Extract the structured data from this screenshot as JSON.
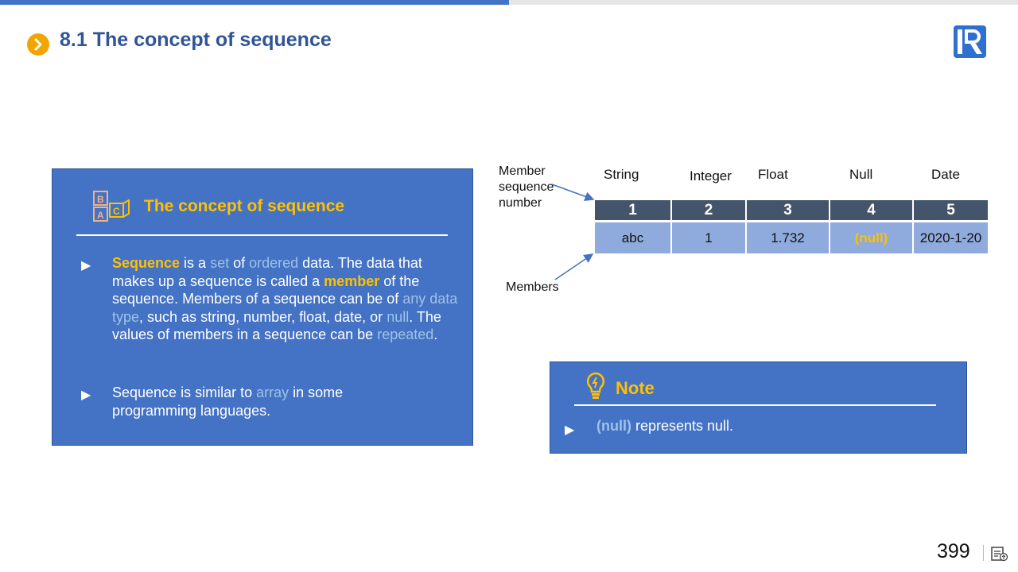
{
  "slide": {
    "title": "8.1 The concept of sequence",
    "page_number": "399"
  },
  "concept": {
    "heading": "The concept of sequence",
    "bullet_glyph": "▶",
    "p1": {
      "t1": "Sequence",
      "t2": " is a ",
      "t3": "set",
      "t4": " of ",
      "t5": "ordered",
      "t6": " data. The data that makes up a sequence is called a ",
      "t7": "member",
      "t8": " of the sequence. Members of a sequence can be of ",
      "t9": "any data type",
      "t10": ", such as string, number, float, date, or ",
      "t11": "null",
      "t12": ". The values of members in a sequence can be ",
      "t13": "repeated",
      "t14": "."
    },
    "p2": {
      "t1": "Sequence is similar to ",
      "t2": "array",
      "t3": " in some programming languages."
    }
  },
  "diagram": {
    "member_seq_label_l1": "Member",
    "member_seq_label_l2": "sequence",
    "member_seq_label_l3": "number",
    "members_label": "Members",
    "types": [
      "String",
      "Integer",
      "Float",
      "Null",
      "Date"
    ],
    "headers": [
      "1",
      "2",
      "3",
      "4",
      "5"
    ],
    "values": [
      "abc",
      "1",
      "1.732",
      "(null)",
      "2020-1-20"
    ]
  },
  "note": {
    "heading": "Note",
    "bullet_glyph": "▶",
    "text_highlight": "(null)",
    "text_rest": " represents null."
  },
  "colors": {
    "accent_blue": "#4472c4",
    "title_blue": "#2f5597",
    "highlight_yellow": "#ffc000",
    "highlight_light_blue": "#9dc3e6",
    "table_header": "#44546a",
    "table_value": "#8faadc"
  }
}
